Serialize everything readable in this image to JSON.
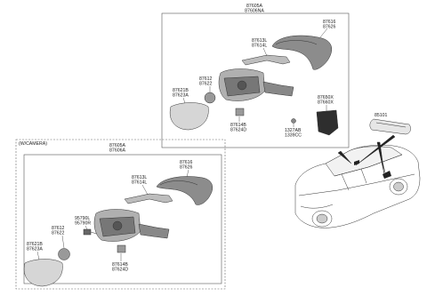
{
  "upper_group": {
    "assembly": [
      "87605A",
      "87606NA"
    ],
    "cover": [
      "87616",
      "87626"
    ],
    "bracket": [
      "87613L",
      "87614L"
    ],
    "actuator": [
      "87612",
      "87622"
    ],
    "glass": [
      "87621B",
      "87623A"
    ],
    "lamp": [
      "87614B",
      "87624D"
    ]
  },
  "side_parts": {
    "cap": [
      "87650X",
      "87660X"
    ],
    "screw": [
      "1327AB",
      "1339CC"
    ],
    "inside_mirror": [
      "85101"
    ]
  },
  "camera_group": {
    "title": "(W/CAMERA)",
    "assembly": [
      "87605A",
      "87606A"
    ],
    "cover": [
      "87616",
      "87626"
    ],
    "bracket": [
      "87613L",
      "87614L"
    ],
    "camera": [
      "95790L",
      "95790R"
    ],
    "actuator": [
      "87612",
      "87622"
    ],
    "glass": [
      "87621B",
      "87623A"
    ],
    "lamp": [
      "87614B",
      "87624D"
    ]
  }
}
